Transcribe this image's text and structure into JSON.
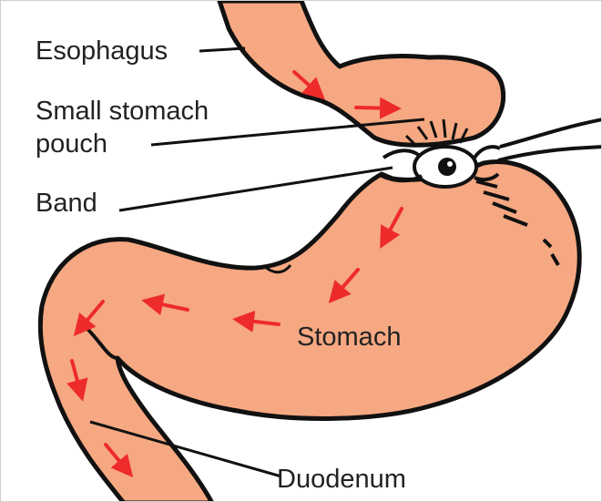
{
  "labels": {
    "esophagus": "Esophagus",
    "small_stomach_pouch": "Small stomach pouch",
    "band": "Band",
    "stomach": "Stomach",
    "duodenum": "Duodenum"
  },
  "colors": {
    "tissue": "#F6A882",
    "outline": "#111111",
    "arrow": "#EE2B2B",
    "band": "#ffffff",
    "text": "#222222"
  }
}
